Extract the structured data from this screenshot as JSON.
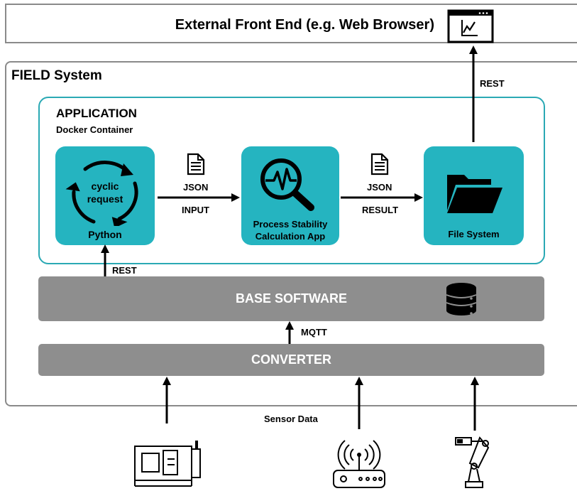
{
  "frontend": {
    "title": "External Front End (e.g. Web Browser)",
    "icon": "browser-chart-icon"
  },
  "field": {
    "title": "FIELD System"
  },
  "application": {
    "title": "APPLICATION",
    "subtitle": "Docker Container",
    "python_tile": {
      "inner_line1": "cyclic",
      "inner_line2": "request",
      "label": "Python",
      "icon": "cycle-arrows-icon"
    },
    "calc_tile": {
      "label_line1": "Process Stability",
      "label_line2": "Calculation App",
      "icon": "magnifier-signal-icon"
    },
    "file_tile": {
      "label": "File System",
      "icon": "folder-icon"
    },
    "arrow_input": {
      "top": "JSON",
      "bottom": "INPUT"
    },
    "arrow_result": {
      "top": "JSON",
      "bottom": "RESULT"
    }
  },
  "base_software": {
    "label": "BASE SOFTWARE",
    "icon": "database-icon"
  },
  "converter": {
    "label": "CONVERTER"
  },
  "labels": {
    "rest_top": "REST",
    "rest_bottom": "REST",
    "mqtt": "MQTT",
    "sensor_data": "Sensor Data"
  },
  "devices": [
    "machine-tool-icon",
    "wireless-router-icon",
    "robot-arm-icon"
  ],
  "colors": {
    "teal": "#25b4c0",
    "teal_border": "#2aa9b4",
    "gray_bar": "#8e8e8e",
    "frame": "#8a8a8a"
  }
}
